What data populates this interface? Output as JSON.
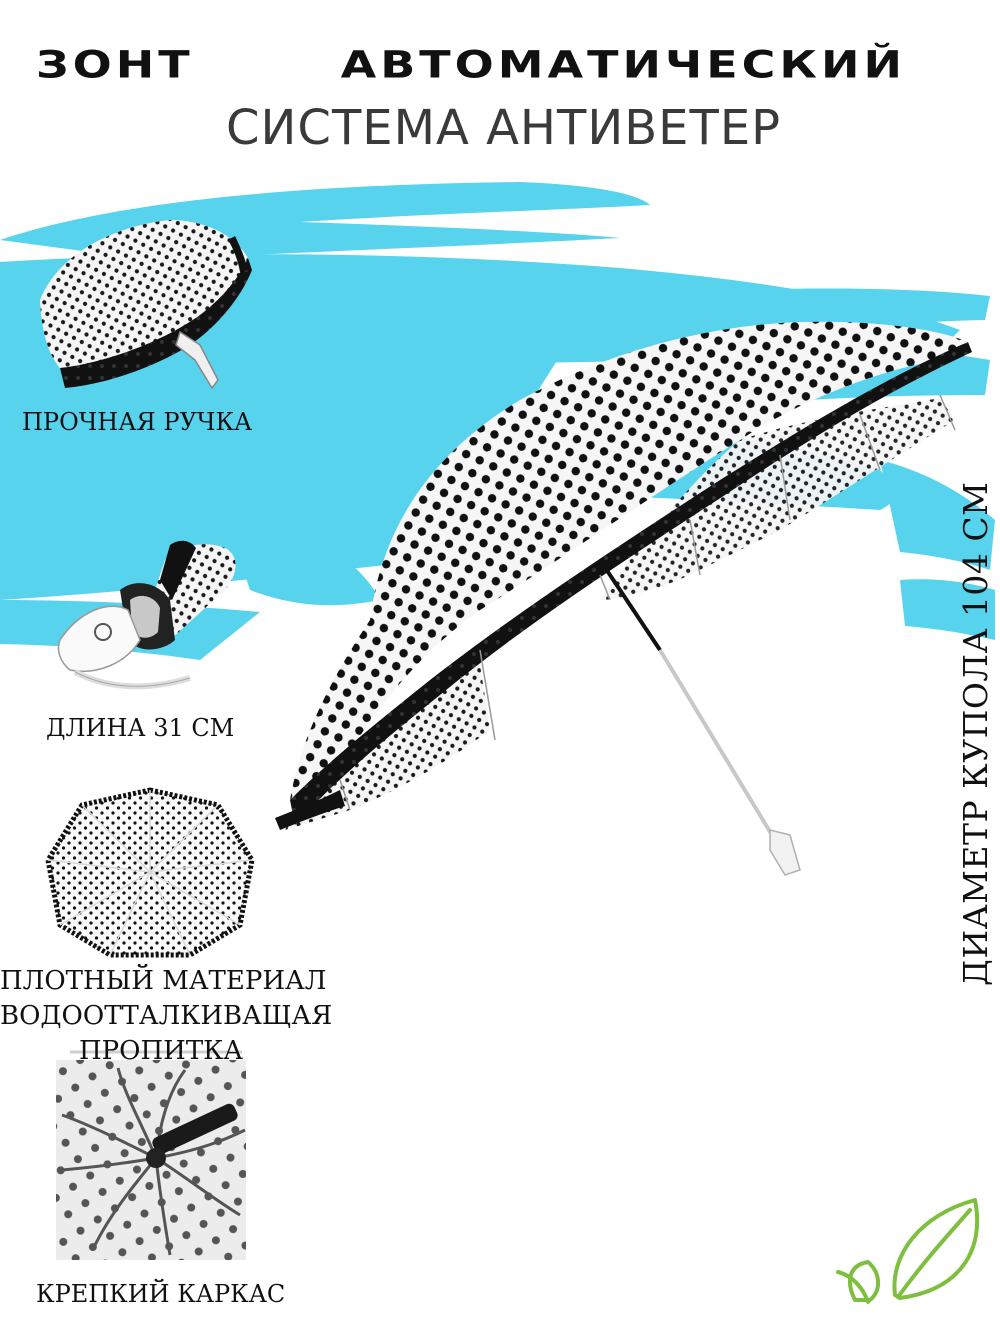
{
  "title": {
    "word_1": "ЗОНТ",
    "word_2": "АВТОМАТИЧЕСКИЙ",
    "subtitle": "СИСТЕМА АНТИВЕТЕР"
  },
  "features": [
    {
      "caption_lines": [
        "ПРОЧНАЯ РУЧКА"
      ],
      "image": "folded-umbrella-photo"
    },
    {
      "caption_lines": [
        "ДЛИНА 31 СМ"
      ],
      "image": "closed-umbrella-handle-photo"
    },
    {
      "caption_lines": [
        "ПЛОТНЫЙ МАТЕРИАЛ",
        "ВОДООТТАЛКИВАЩАЯ",
        "ПРОПИТКА"
      ],
      "image": "canopy-top-view-photo"
    },
    {
      "caption_lines": [
        "КРЕПКИЙ КАРКАС"
      ],
      "image": "frame-underside-photo"
    }
  ],
  "diameter_caption": "ДИАМЕТР КУПОЛА 104 СМ",
  "colors": {
    "brush_blue": "#57d3ee",
    "canopy_white": "#f4f4f4",
    "dot_black": "#111111",
    "leaf_green": "#7fbf3f"
  },
  "icons": [
    "green-leaf-icon"
  ]
}
